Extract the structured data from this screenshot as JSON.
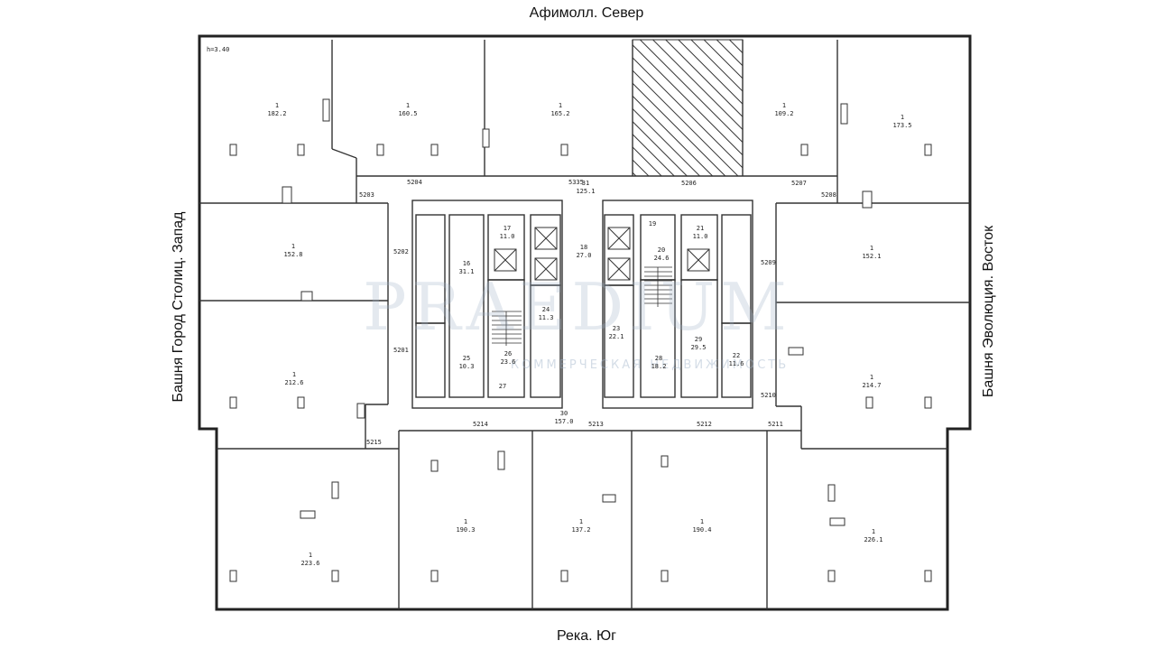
{
  "compass": {
    "north": "Афимолл. Север",
    "south": "Река. Юг",
    "west": "Башня Город Столиц. Запад",
    "east": "Башня Эволюция. Восток"
  },
  "height_note": "h=3.40",
  "watermark": {
    "brand": "PRAEDIUM",
    "tagline": "КОММЕРЧЕСКАЯ НЕДВИЖИМОСТЬ"
  },
  "rooms": [
    {
      "id": "r-nw",
      "num": "1",
      "area": "182.2"
    },
    {
      "id": "r-n2",
      "num": "1",
      "area": "160.5"
    },
    {
      "id": "r-n3",
      "num": "1",
      "area": "165.2"
    },
    {
      "id": "r-n5",
      "num": "1",
      "area": "109.2"
    },
    {
      "id": "r-ne",
      "num": "1",
      "area": "173.5"
    },
    {
      "id": "r-w1",
      "num": "1",
      "area": "152.8"
    },
    {
      "id": "r-w2",
      "num": "1",
      "area": "212.6"
    },
    {
      "id": "r-e1",
      "num": "1",
      "area": "152.1"
    },
    {
      "id": "r-e2",
      "num": "1",
      "area": "214.7"
    },
    {
      "id": "r-sw",
      "num": "1",
      "area": "223.6"
    },
    {
      "id": "r-s2",
      "num": "1",
      "area": "190.3"
    },
    {
      "id": "r-s3",
      "num": "1",
      "area": "137.2"
    },
    {
      "id": "r-s4",
      "num": "1",
      "area": "190.4"
    },
    {
      "id": "r-se",
      "num": "1",
      "area": "226.1"
    },
    {
      "id": "c-31",
      "num": "31",
      "area": "125.1"
    },
    {
      "id": "c-30",
      "num": "30",
      "area": "157.0"
    },
    {
      "id": "c-16",
      "num": "16",
      "area": "31.1"
    },
    {
      "id": "c-17",
      "num": "17",
      "area": "11.0"
    },
    {
      "id": "c-18",
      "num": "18",
      "area": "27.0"
    },
    {
      "id": "c-19",
      "num": "19",
      "area": ""
    },
    {
      "id": "c-20",
      "num": "20",
      "area": "24.6"
    },
    {
      "id": "c-21",
      "num": "21",
      "area": "11.0"
    },
    {
      "id": "c-24",
      "num": "24",
      "area": "11.3"
    },
    {
      "id": "c-23",
      "num": "23",
      "area": "22.1"
    },
    {
      "id": "c-25",
      "num": "25",
      "area": "10.3"
    },
    {
      "id": "c-26",
      "num": "26",
      "area": "23.6"
    },
    {
      "id": "c-27",
      "num": "27",
      "area": ""
    },
    {
      "id": "c-28",
      "num": "28",
      "area": "18.2"
    },
    {
      "id": "c-29",
      "num": "29",
      "area": "29.5"
    },
    {
      "id": "c-22",
      "num": "22",
      "area": "11.6"
    }
  ],
  "door_codes": [
    "5204",
    "5335",
    "5206",
    "5207",
    "5203",
    "5208",
    "5202",
    "5209",
    "5201",
    "5210",
    "5214",
    "5213",
    "5212",
    "5211",
    "5215"
  ]
}
